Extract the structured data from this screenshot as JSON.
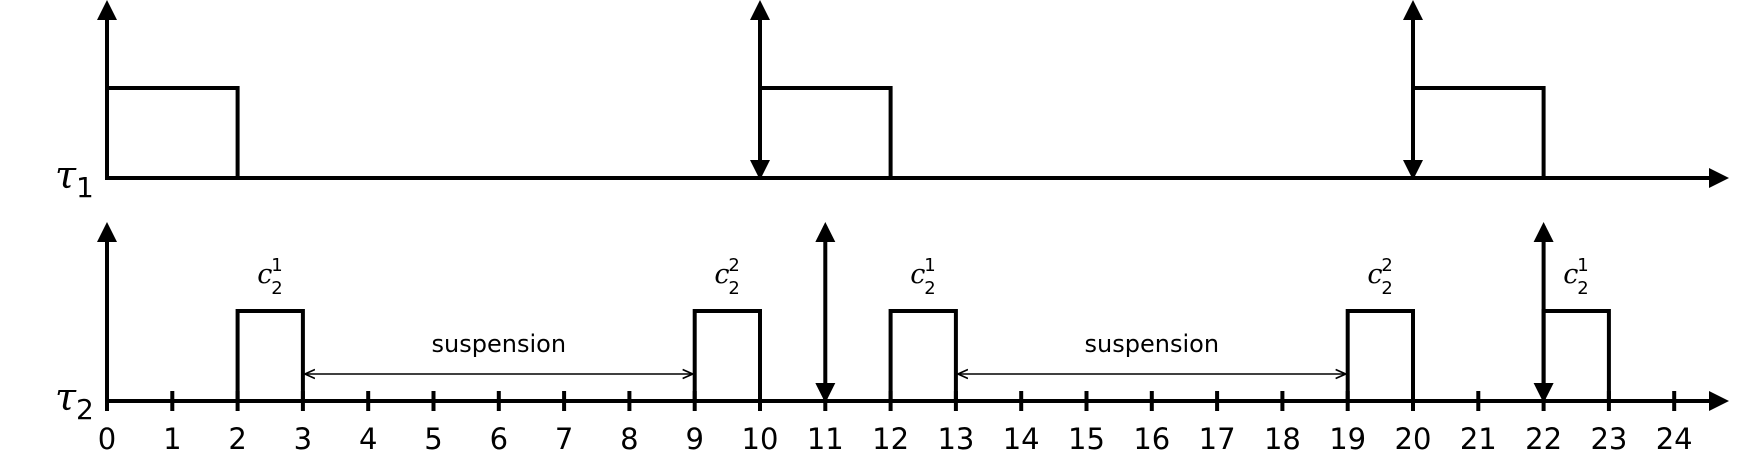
{
  "tasks": [
    {
      "symbol": "τ",
      "index": "1"
    },
    {
      "symbol": "τ",
      "index": "2"
    }
  ],
  "time_axis": {
    "ticks": [
      "0",
      "1",
      "2",
      "3",
      "4",
      "5",
      "6",
      "7",
      "8",
      "9",
      "10",
      "11",
      "12",
      "13",
      "14",
      "15",
      "16",
      "17",
      "18",
      "19",
      "20",
      "21",
      "22",
      "23",
      "24"
    ]
  },
  "tau1": {
    "releases": [
      0,
      10,
      20
    ],
    "deadline_arrows": [
      10,
      20
    ],
    "executions": [
      {
        "start": 0,
        "end": 2
      },
      {
        "start": 10,
        "end": 12
      },
      {
        "start": 20,
        "end": 22
      }
    ]
  },
  "tau2": {
    "releases": [
      0,
      11,
      22
    ],
    "deadline_arrows": [
      11,
      22
    ],
    "executions": [
      {
        "start": 2,
        "end": 3,
        "label": "c",
        "sub": "2",
        "sup": "1"
      },
      {
        "start": 9,
        "end": 10,
        "label": "c",
        "sub": "2",
        "sup": "2"
      },
      {
        "start": 12,
        "end": 13,
        "label": "c",
        "sub": "2",
        "sup": "1"
      },
      {
        "start": 19,
        "end": 20,
        "label": "c",
        "sub": "2",
        "sup": "2"
      },
      {
        "start": 22,
        "end": 23,
        "label": "c",
        "sub": "2",
        "sup": "1"
      }
    ],
    "suspensions": [
      {
        "start": 3,
        "end": 9,
        "label": "suspension"
      },
      {
        "start": 13,
        "end": 19,
        "label": "suspension"
      }
    ]
  }
}
